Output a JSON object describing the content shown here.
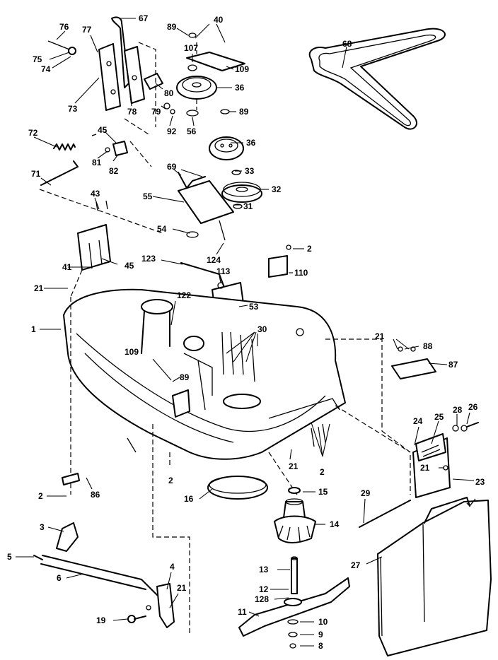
{
  "callouts": [
    {
      "id": "c67",
      "text": "67"
    },
    {
      "id": "c40",
      "text": "40"
    },
    {
      "id": "c89a",
      "text": "89"
    },
    {
      "id": "c76",
      "text": "76"
    },
    {
      "id": "c77",
      "text": "77"
    },
    {
      "id": "c75",
      "text": "75"
    },
    {
      "id": "c74",
      "text": "74"
    },
    {
      "id": "c107",
      "text": "107"
    },
    {
      "id": "c109a",
      "text": "109"
    },
    {
      "id": "c68",
      "text": "68"
    },
    {
      "id": "c36a",
      "text": "36"
    },
    {
      "id": "c80",
      "text": "80"
    },
    {
      "id": "c73",
      "text": "73"
    },
    {
      "id": "c78",
      "text": "78"
    },
    {
      "id": "c79",
      "text": "79"
    },
    {
      "id": "c92",
      "text": "92"
    },
    {
      "id": "c56",
      "text": "56"
    },
    {
      "id": "c89b",
      "text": "89"
    },
    {
      "id": "c72",
      "text": "72"
    },
    {
      "id": "c45a",
      "text": "45"
    },
    {
      "id": "c36b",
      "text": "36"
    },
    {
      "id": "c81",
      "text": "81"
    },
    {
      "id": "c82",
      "text": "82"
    },
    {
      "id": "c69",
      "text": "69"
    },
    {
      "id": "c33",
      "text": "33"
    },
    {
      "id": "c71",
      "text": "71"
    },
    {
      "id": "c32",
      "text": "32"
    },
    {
      "id": "c43",
      "text": "43"
    },
    {
      "id": "c55",
      "text": "55"
    },
    {
      "id": "c31",
      "text": "31"
    },
    {
      "id": "c54",
      "text": "54"
    },
    {
      "id": "c2a",
      "text": "2"
    },
    {
      "id": "c124",
      "text": "124"
    },
    {
      "id": "c41",
      "text": "41"
    },
    {
      "id": "c45b",
      "text": "45"
    },
    {
      "id": "c123",
      "text": "123"
    },
    {
      "id": "c110",
      "text": "110"
    },
    {
      "id": "c113",
      "text": "113"
    },
    {
      "id": "c21a",
      "text": "21"
    },
    {
      "id": "c122",
      "text": "122"
    },
    {
      "id": "c53",
      "text": "53"
    },
    {
      "id": "c1",
      "text": "1"
    },
    {
      "id": "c30",
      "text": "30"
    },
    {
      "id": "c21b",
      "text": "21"
    },
    {
      "id": "c88",
      "text": "88"
    },
    {
      "id": "c109b",
      "text": "109"
    },
    {
      "id": "c89c",
      "text": "89"
    },
    {
      "id": "c87",
      "text": "87"
    },
    {
      "id": "c28",
      "text": "28"
    },
    {
      "id": "c26",
      "text": "26"
    },
    {
      "id": "c24",
      "text": "24"
    },
    {
      "id": "c25",
      "text": "25"
    },
    {
      "id": "c21c",
      "text": "21"
    },
    {
      "id": "c2b",
      "text": "2"
    },
    {
      "id": "c21d",
      "text": "21"
    },
    {
      "id": "c2c",
      "text": "2"
    },
    {
      "id": "c23",
      "text": "23"
    },
    {
      "id": "c2d",
      "text": "2"
    },
    {
      "id": "c86",
      "text": "86"
    },
    {
      "id": "c16",
      "text": "16"
    },
    {
      "id": "c15",
      "text": "15"
    },
    {
      "id": "c29",
      "text": "29"
    },
    {
      "id": "c3",
      "text": "3"
    },
    {
      "id": "c14",
      "text": "14"
    },
    {
      "id": "c5",
      "text": "5"
    },
    {
      "id": "c6",
      "text": "6"
    },
    {
      "id": "c4",
      "text": "4"
    },
    {
      "id": "c27",
      "text": "27"
    },
    {
      "id": "c13",
      "text": "13"
    },
    {
      "id": "c21e",
      "text": "21"
    },
    {
      "id": "c12",
      "text": "12"
    },
    {
      "id": "c128",
      "text": "128"
    },
    {
      "id": "c19",
      "text": "19"
    },
    {
      "id": "c11",
      "text": "11"
    },
    {
      "id": "c10",
      "text": "10"
    },
    {
      "id": "c9",
      "text": "9"
    },
    {
      "id": "c8",
      "text": "8"
    }
  ]
}
